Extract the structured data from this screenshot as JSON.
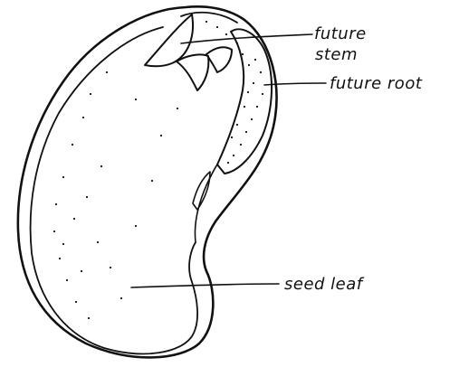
{
  "diagram": {
    "labels": {
      "future_stem_line1": "future",
      "future_stem_line2": "stem",
      "future_root": "future root",
      "seed_leaf": "seed leaf"
    },
    "colors": {
      "ink": "#111111",
      "background": "#ffffff"
    }
  }
}
